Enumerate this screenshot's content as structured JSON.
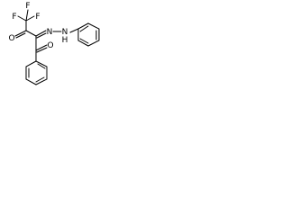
{
  "molecule": {
    "atoms": {
      "F1": "F",
      "F2": "F",
      "F3": "F",
      "O_top": "O",
      "N_left": "N",
      "N_right": "N",
      "N_H": "H",
      "O_bottom": "O"
    }
  }
}
